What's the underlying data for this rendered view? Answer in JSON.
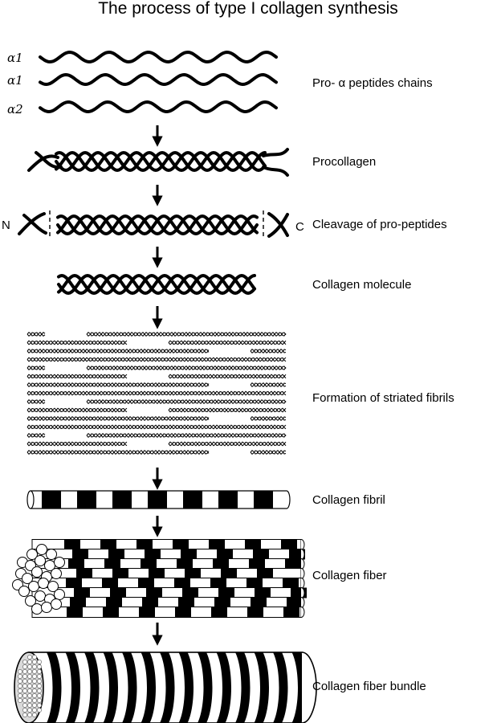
{
  "title": "The process of type I collagen synthesis",
  "chain_labels": [
    "α1",
    "α1",
    "α2"
  ],
  "steps": [
    "Pro- α peptides chains",
    "Procollagen",
    "Cleavage of pro-peptides",
    "Collagen molecule",
    "Formation of striated fibrils",
    "Collagen fibril",
    "Collagen fiber",
    "Collagen fiber bundle"
  ],
  "terminals": {
    "n": "N",
    "c": "C"
  }
}
